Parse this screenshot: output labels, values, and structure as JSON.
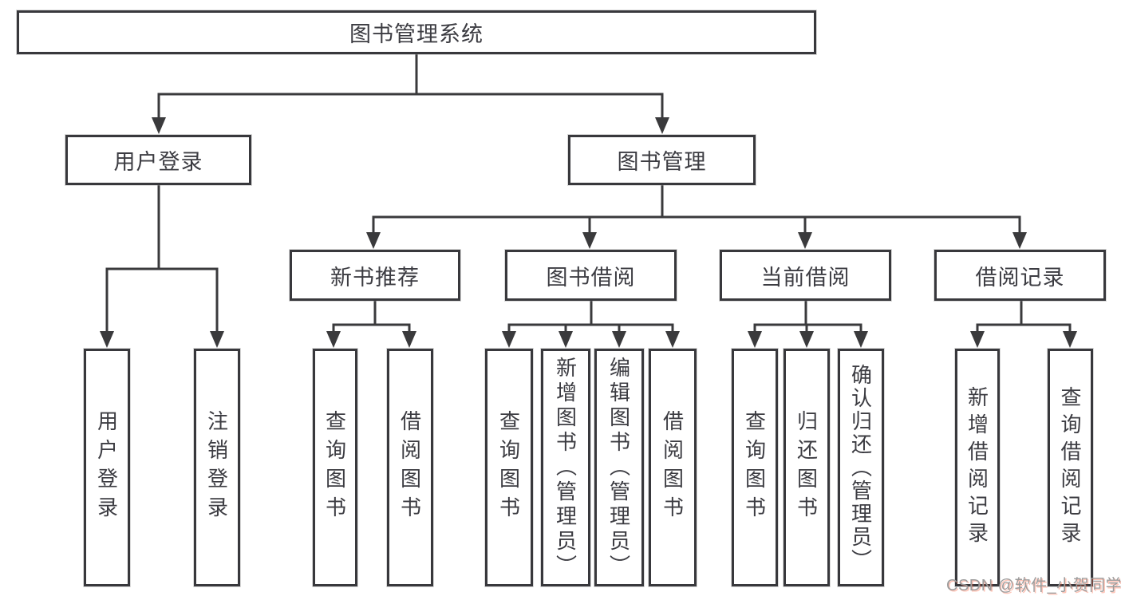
{
  "colors": {
    "line": "#3a3a3c",
    "box_border": "#38383c",
    "text": "#3c3c42",
    "watermark_gray": "#9c9c9c",
    "watermark_red": "#fc5531",
    "background": "#ffffff"
  },
  "tree": {
    "root": {
      "label": "图书管理系统"
    },
    "branches": [
      {
        "label": "用户登录",
        "children": [
          {
            "label": "用户登录"
          },
          {
            "label": "注销登录"
          }
        ]
      },
      {
        "label": "图书管理",
        "children": [
          {
            "label": "新书推荐",
            "children": [
              {
                "label": "查询图书"
              },
              {
                "label": "借阅图书"
              }
            ]
          },
          {
            "label": "图书借阅",
            "children": [
              {
                "label": "查询图书"
              },
              {
                "label": "新增图书（管理员）"
              },
              {
                "label": "编辑图书（管理员）"
              },
              {
                "label": "借阅图书"
              }
            ]
          },
          {
            "label": "当前借阅",
            "children": [
              {
                "label": "查询图书"
              },
              {
                "label": "归还图书"
              },
              {
                "label": "确认归还（管理员）"
              }
            ]
          },
          {
            "label": "借阅记录",
            "children": [
              {
                "label": "新增借阅记录"
              },
              {
                "label": "查询借阅记录"
              }
            ]
          }
        ]
      }
    ]
  },
  "watermark": {
    "text": "CSDN @软件_小贺同学"
  }
}
